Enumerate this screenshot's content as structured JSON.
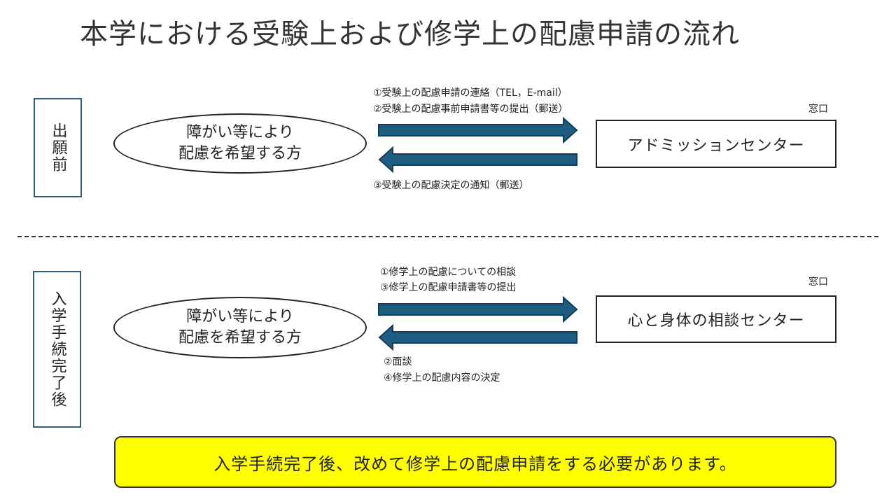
{
  "title": "本学における受験上および修学上の配慮申請の流れ",
  "section1": {
    "phase": "出願前",
    "applicant_line1": "障がい等により",
    "applicant_line2": "配慮を希望する方",
    "window_label": "窓口",
    "center": "アドミッションセンター",
    "forward_line1": "①受験上の配慮申請の連絡（TEL，E-mail）",
    "forward_line2": "②受験上の配慮事前申請書等の提出（郵送）",
    "back_line1": "③受験上の配慮決定の通知（郵送）"
  },
  "section2": {
    "phase": "入学手続完了後",
    "applicant_line1": "障がい等により",
    "applicant_line2": "配慮を希望する方",
    "window_label": "窓口",
    "center": "心と身体の相談センター",
    "forward_line1": "①修学上の配慮についての相談",
    "forward_line2": "③修学上の配慮申請書等の提出",
    "back_line1": "②面談",
    "back_line2": "④修学上の配慮内容の決定"
  },
  "notice": "入学手続完了後、改めて修学上の配慮申請をする必要があります。",
  "colors": {
    "arrow_fill": "#1f5c82",
    "arrow_outline": "#123c57",
    "phase_border": "#2e5f7a",
    "notice_bg": "#ffff00"
  }
}
